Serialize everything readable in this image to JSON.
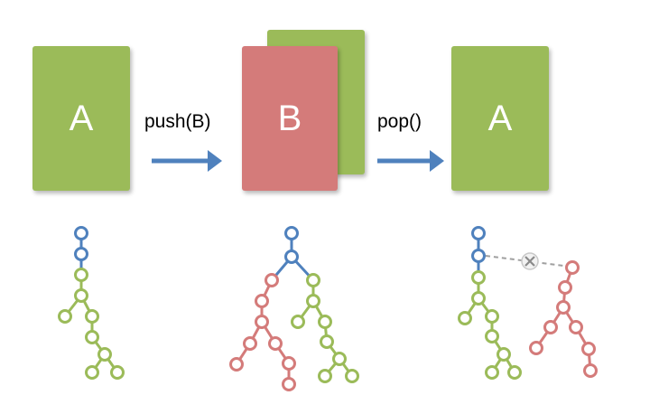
{
  "colors": {
    "green": "#9BBB59",
    "red": "#D47B7A",
    "blue": "#4F81BD",
    "arrow": "#4F81BD",
    "connector": "#A0A0A0"
  },
  "stages": [
    {
      "card_label": "A",
      "card_color": "green"
    },
    {
      "card_label": "B",
      "card_color": "red",
      "stacked_behind": "green"
    },
    {
      "card_label": "A",
      "card_color": "green"
    }
  ],
  "operations": [
    {
      "label": "push(B)"
    },
    {
      "label": "pop()"
    }
  ]
}
